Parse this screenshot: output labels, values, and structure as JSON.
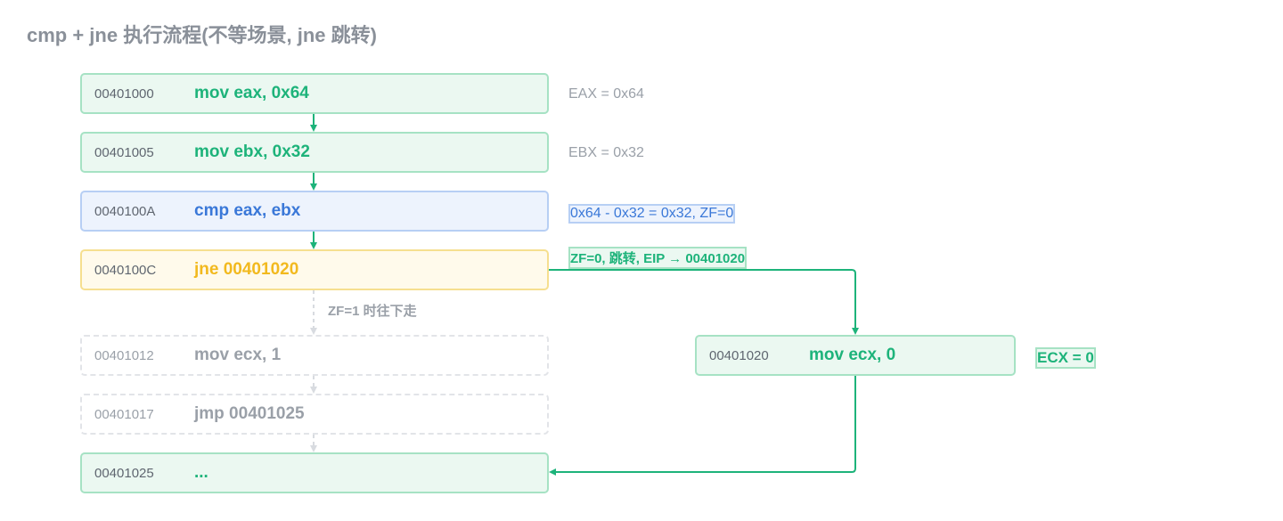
{
  "title": "cmp + jne 执行流程(不等场景, jne 跳转)",
  "instructions": [
    {
      "addr": "00401000",
      "code": "mov eax, 0x64",
      "note": "EAX = 0x64"
    },
    {
      "addr": "00401005",
      "code": "mov ebx, 0x32",
      "note": "EBX = 0x32"
    },
    {
      "addr": "0040100A",
      "code": "cmp eax, ebx",
      "note": "0x64 - 0x32 = 0x32, ZF=0"
    },
    {
      "addr": "0040100C",
      "code": "jne 00401020",
      "note": ""
    },
    {
      "addr": "00401012",
      "code": "mov ecx, 1",
      "note": ""
    },
    {
      "addr": "00401017",
      "code": "jmp 00401025",
      "note": ""
    },
    {
      "addr": "00401025",
      "code": "...",
      "note": ""
    }
  ],
  "target": {
    "addr": "00401020",
    "code": "mov ecx, 0",
    "note": "ECX = 0"
  },
  "labels": {
    "jump_taken": "ZF=0, 跳转, EIP → 00401020",
    "fallthrough": "ZF=1 时往下走"
  },
  "colors": {
    "green": "#1db37a",
    "blue": "#3a78d8",
    "yellow": "#f2b91e",
    "gray": "#9aa0a8"
  }
}
